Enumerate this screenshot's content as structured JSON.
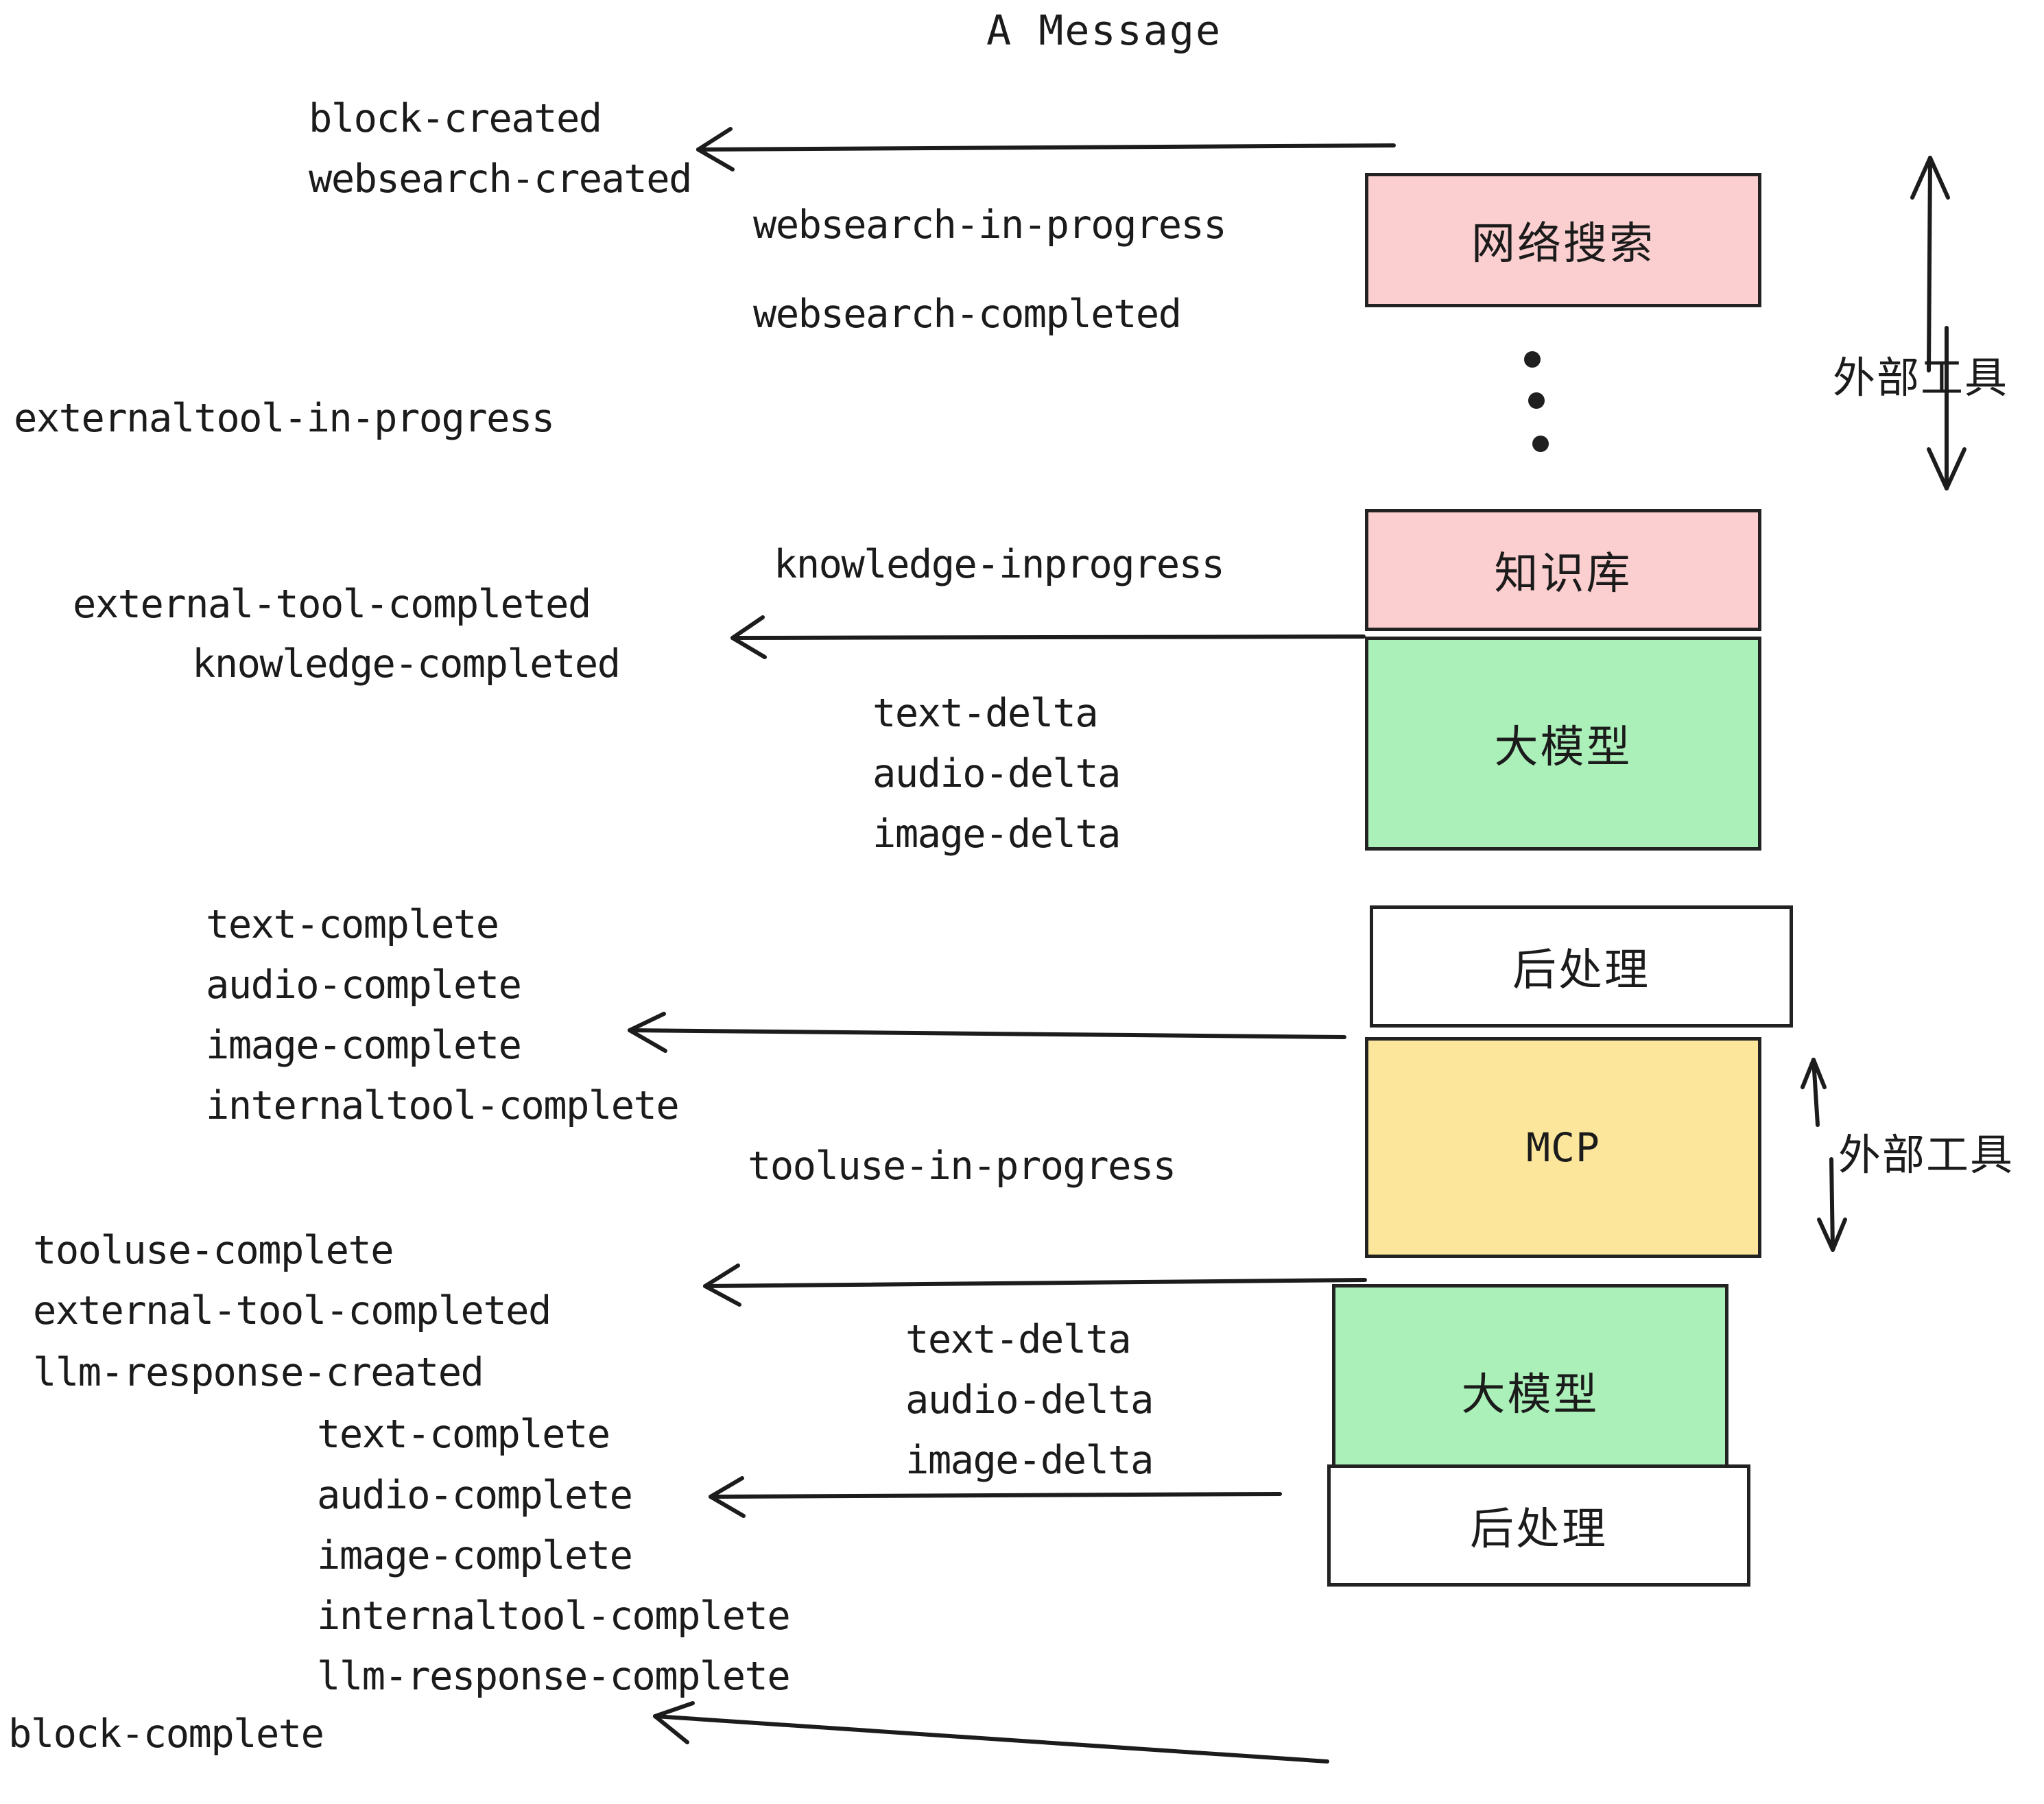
{
  "diagram": {
    "title": "A Message",
    "colors": {
      "pink": "#FBCFCF",
      "green": "#ABEFB9",
      "yellow": "#FBE69B",
      "white": "#FFFFFF",
      "stroke": "#222222",
      "text": "#1B1B1B"
    },
    "boxes": [
      {
        "id": "websearch",
        "label": "网络搜索",
        "fill": "#FBCFCF"
      },
      {
        "id": "knowledge",
        "label": "知识库",
        "fill": "#FBCFCF"
      },
      {
        "id": "llm1",
        "label": "大模型",
        "fill": "#ABEFB9"
      },
      {
        "id": "postprocess1",
        "label": "后处理",
        "fill": "#FFFFFF"
      },
      {
        "id": "mcp",
        "label": "MCP",
        "fill": "#FBE69B"
      },
      {
        "id": "llm2",
        "label": "大模型",
        "fill": "#ABEFB9"
      },
      {
        "id": "postprocess2",
        "label": "后处理",
        "fill": "#FFFFFF"
      }
    ],
    "side_labels": [
      {
        "id": "external-tool-upper",
        "label": "外部工具"
      },
      {
        "id": "external-tool-lower",
        "label": "外部工具"
      }
    ],
    "events": [
      {
        "id": "block-created",
        "label": "block-created"
      },
      {
        "id": "websearch-created",
        "label": "websearch-created"
      },
      {
        "id": "websearch-in-progress",
        "label": "websearch-in-progress"
      },
      {
        "id": "websearch-completed",
        "label": "websearch-completed"
      },
      {
        "id": "externaltool-in-progress",
        "label": "externaltool-in-progress"
      },
      {
        "id": "knowledge-inprogress",
        "label": "knowledge-inprogress"
      },
      {
        "id": "external-tool-completed-1",
        "label": "external-tool-completed"
      },
      {
        "id": "knowledge-completed",
        "label": "knowledge-completed"
      },
      {
        "id": "text-delta-1",
        "label": "text-delta"
      },
      {
        "id": "audio-delta-1",
        "label": "audio-delta"
      },
      {
        "id": "image-delta-1",
        "label": "image-delta"
      },
      {
        "id": "text-complete-1",
        "label": "text-complete"
      },
      {
        "id": "audio-complete-1",
        "label": "audio-complete"
      },
      {
        "id": "image-complete-1",
        "label": "image-complete"
      },
      {
        "id": "internaltool-complete-1",
        "label": "internaltool-complete"
      },
      {
        "id": "tooluse-in-progress",
        "label": "tooluse-in-progress"
      },
      {
        "id": "tooluse-complete",
        "label": "tooluse-complete"
      },
      {
        "id": "external-tool-completed-2",
        "label": "external-tool-completed"
      },
      {
        "id": "llm-response-created",
        "label": "llm-response-created"
      },
      {
        "id": "text-delta-2",
        "label": "text-delta"
      },
      {
        "id": "audio-delta-2",
        "label": "audio-delta"
      },
      {
        "id": "image-delta-2",
        "label": "image-delta"
      },
      {
        "id": "text-complete-2",
        "label": "text-complete"
      },
      {
        "id": "audio-complete-2",
        "label": "audio-complete"
      },
      {
        "id": "image-complete-2",
        "label": "image-complete"
      },
      {
        "id": "internaltool-complete-2",
        "label": "internaltool-complete"
      },
      {
        "id": "llm-response-complete",
        "label": "llm-response-complete"
      },
      {
        "id": "block-complete",
        "label": "block-complete"
      }
    ]
  }
}
